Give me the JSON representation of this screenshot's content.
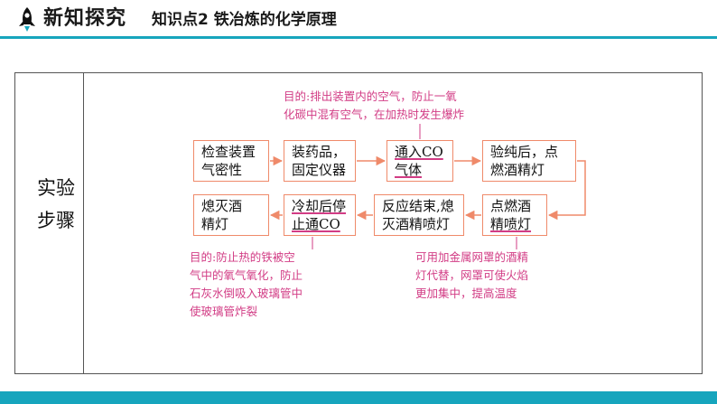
{
  "header": {
    "section_title": "新知探究",
    "topic_title": "知识点2  铁冶炼的化学原理"
  },
  "table": {
    "row_label_line1": "实验",
    "row_label_line2": "步骤"
  },
  "steps": {
    "s1_line1": "检查装置",
    "s1_line2": "气密性",
    "s2_line1": "装药品，",
    "s2_line2": "固定仪器",
    "s3_line1": "通入CO",
    "s3_line2": "气体",
    "s4_line1": "验纯后，点",
    "s4_line2": "燃酒精灯",
    "s5_line1": "点燃酒",
    "s5_line2": "精喷灯",
    "s6_line1": "反应结束,熄",
    "s6_line2": "灭酒精喷灯",
    "s7_line1": "冷却后停",
    "s7_line2": "止通CO",
    "s8_line1": "熄灭酒",
    "s8_line2": "精灯"
  },
  "notes": {
    "top_line1": "目的:排出装置内的空气，防止一氧",
    "top_line2": "化碳中混有空气，在加热时发生爆炸",
    "left_line1": "目的:防止热的铁被空",
    "left_line2": "气中的氧气氧化，防止",
    "left_line3": "石灰水倒吸入玻璃管中",
    "left_line4": "使玻璃管炸裂",
    "right_line1": "可用加金属网罩的酒精",
    "right_line2": "灯代替，网罩可使火焰",
    "right_line3": "更加集中，提高温度"
  },
  "colors": {
    "accent": "#16a5bd",
    "box_border": "#ef8a6a",
    "note_text": "#d23c85"
  },
  "icons": {
    "header_icon": "rocket-icon"
  }
}
